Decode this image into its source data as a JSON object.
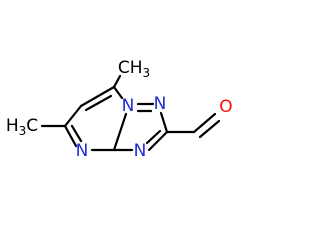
{
  "molecule": {
    "atoms": {
      "methyl_top": {
        "text": "CH",
        "sub": "3",
        "color": "#000000"
      },
      "methyl_left": {
        "text": "H",
        "sub": "3",
        "tail": "C",
        "color": "#000000"
      },
      "n_ring_left": {
        "text": "N",
        "color": "#1f2bd6"
      },
      "n_bridge": {
        "text": "N",
        "color": "#1f2bd6"
      },
      "n_top_right": {
        "text": "N",
        "color": "#1f2bd6"
      },
      "n_bottom_right": {
        "text": "N",
        "color": "#1f2bd6"
      },
      "oxygen": {
        "text": "O",
        "color": "#ff0d0d"
      }
    }
  }
}
